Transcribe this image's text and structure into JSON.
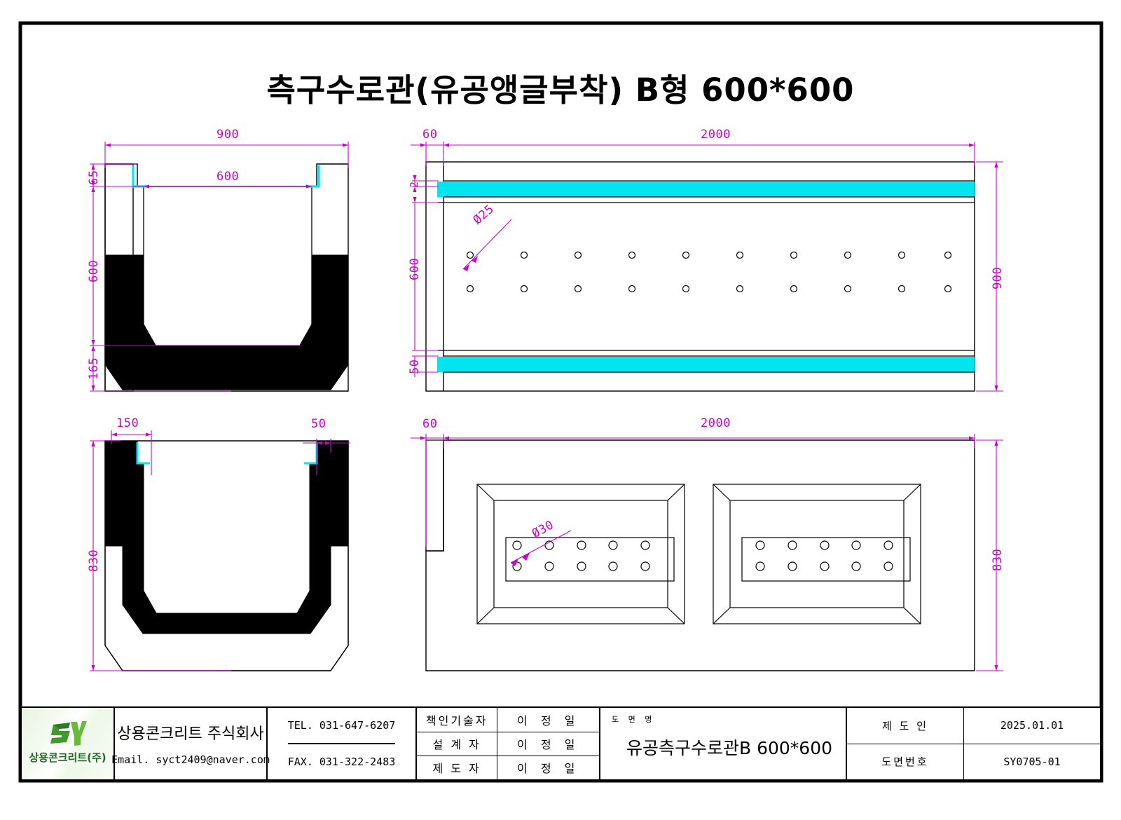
{
  "title": "측구수로관(유공앵글부착) B형  600*600",
  "views": {
    "section_front": {
      "name": "front-section-view",
      "dims": {
        "overall_width": "900",
        "inner_width": "600",
        "top_notch_height": "65",
        "inner_height": "600",
        "base_height": "165"
      }
    },
    "plan_top": {
      "name": "top-plan-view",
      "dims": {
        "end_offset": "60",
        "length": "2000",
        "angle_thickness": "2",
        "inner_span": "600",
        "angle_width": "50",
        "overall_width": "900",
        "hole_dia": "Ø25"
      },
      "hole_rows": 2,
      "holes_per_row": 10
    },
    "section_rear": {
      "name": "rear-section-view",
      "dims": {
        "left_wall": "150",
        "right_ledge": "50",
        "overall_height": "830"
      }
    },
    "plan_bottom": {
      "name": "bottom-plan-view",
      "dims": {
        "end_offset": "60",
        "length": "2000",
        "overall_height": "830",
        "hole_dia": "Ø30"
      },
      "plates": 2,
      "hole_rows": 2,
      "holes_per_row": 5
    }
  },
  "title_block": {
    "logo": {
      "mark": "sy-logo-icon",
      "caption": "상용콘크리트(주)"
    },
    "company_name": "상용콘크리트 주식회사",
    "email": "Email. syct2409@naver.com",
    "tel": "TEL. 031-647-6207",
    "fax": "FAX. 031-322-2483",
    "roles": [
      {
        "label": "책인기술자",
        "value": "이 정 일"
      },
      {
        "label": "설 계 자",
        "value": "이 정 일"
      },
      {
        "label": "제 도 자",
        "value": "이 정 일"
      }
    ],
    "drawing_caption": "도 면 명",
    "drawing_name": "유공측구수로관B 600*600",
    "meta": [
      {
        "label": "제 도 인",
        "value": "2025.01.01"
      },
      {
        "label": "도면번호",
        "value": "SY0705-01"
      }
    ]
  },
  "colors": {
    "dimension": "#cc00cc",
    "angle_steel": "#00e5f0",
    "outline": "#000000",
    "hatch_fill": "#000000",
    "logo_green": "#1f6b24"
  }
}
